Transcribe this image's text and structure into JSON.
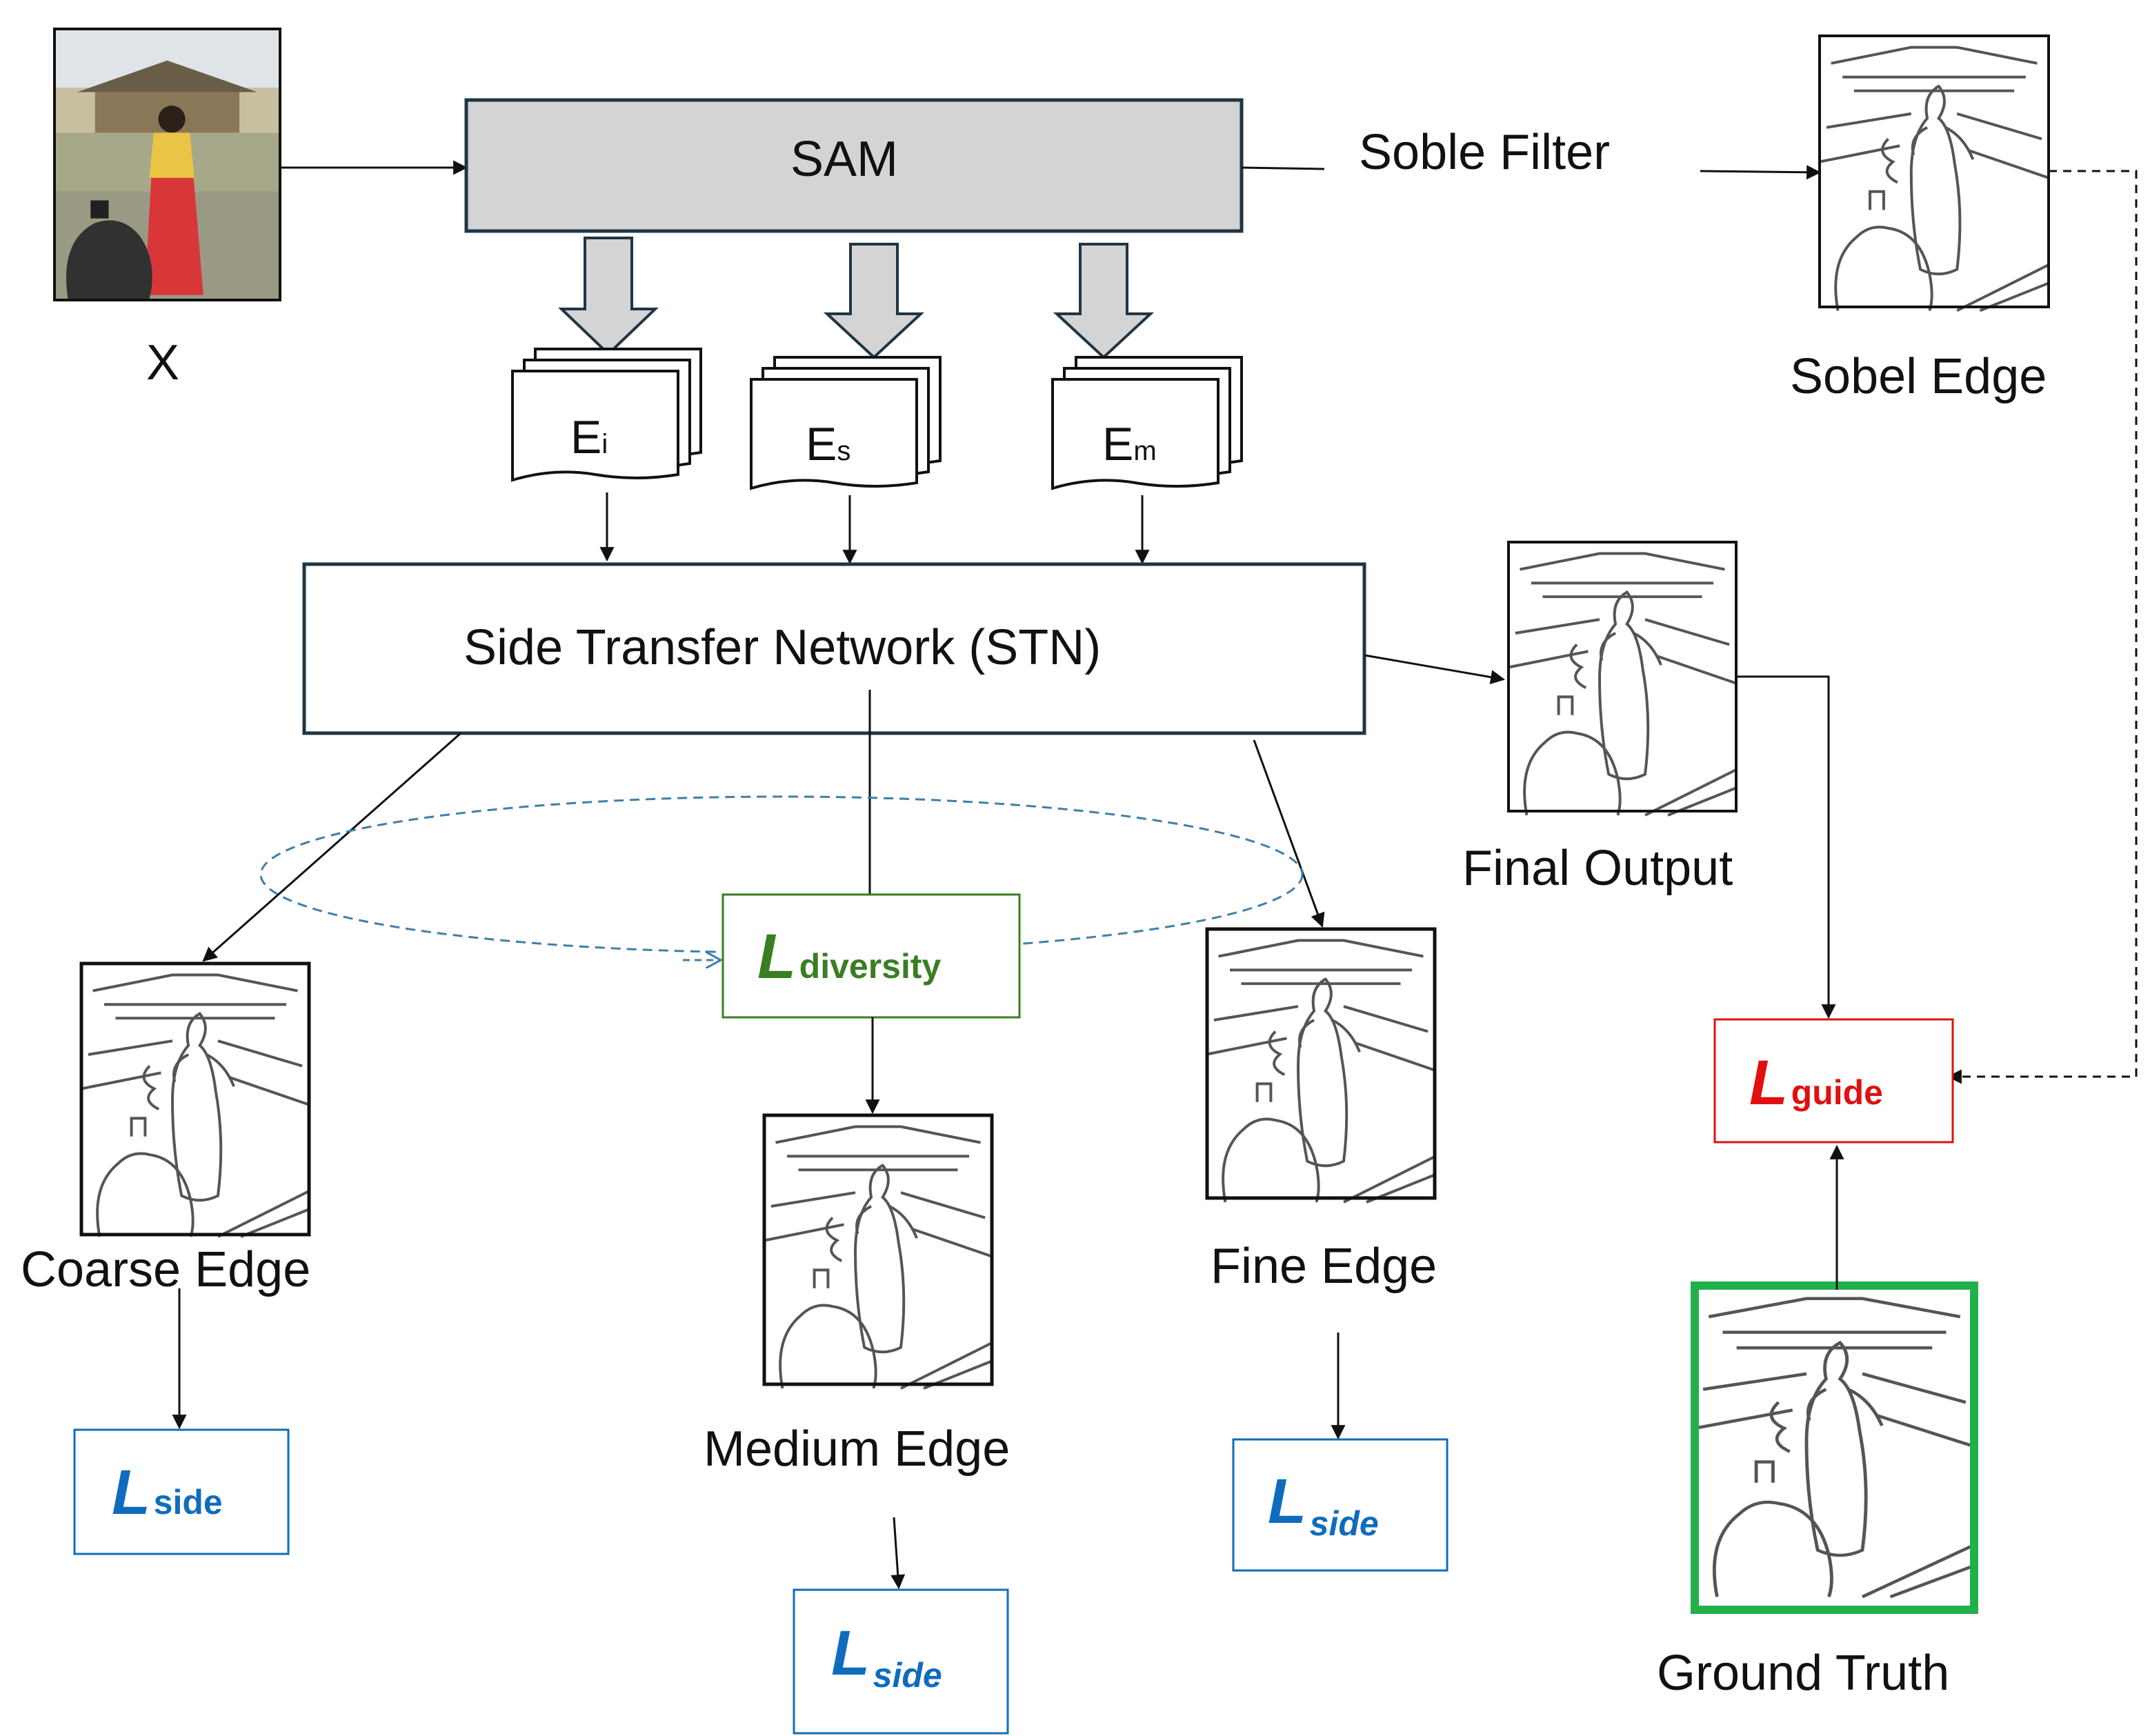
{
  "input": {
    "label": "X"
  },
  "sam": {
    "label": "SAM"
  },
  "sobel_filter": {
    "label": "Soble Filter"
  },
  "sobel_edge": {
    "label": "Sobel Edge"
  },
  "embeddings": [
    {
      "base": "E",
      "sub": "i"
    },
    {
      "base": "E",
      "sub": "s"
    },
    {
      "base": "E",
      "sub": "m"
    }
  ],
  "stn": {
    "label": "Side Transfer Network (STN)"
  },
  "final_output": {
    "label": "Final Output"
  },
  "coarse_edge": {
    "label": "Coarse Edge"
  },
  "medium_edge": {
    "label": "Medium Edge"
  },
  "fine_edge": {
    "label": "Fine Edge"
  },
  "ground_truth": {
    "label": "Ground Truth"
  },
  "losses": {
    "diversity": {
      "symbol": "L",
      "sub": "diversity",
      "color": "#3a7d22"
    },
    "guide": {
      "symbol": "L",
      "sub": "guide",
      "color": "#e01010"
    },
    "side_coarse": {
      "symbol": "L",
      "sub": "side",
      "color": "#0f6cbd"
    },
    "side_medium": {
      "symbol": "L",
      "sub": "side",
      "color": "#0f6cbd"
    },
    "side_fine": {
      "symbol": "L",
      "sub": "side",
      "color": "#0f6cbd"
    }
  },
  "colors": {
    "sam_fill": "#d4d4d4",
    "box_border": "#1f3545",
    "ground_truth_border": "#22b04b",
    "dashed_ellipse": "#3f7fa6"
  }
}
